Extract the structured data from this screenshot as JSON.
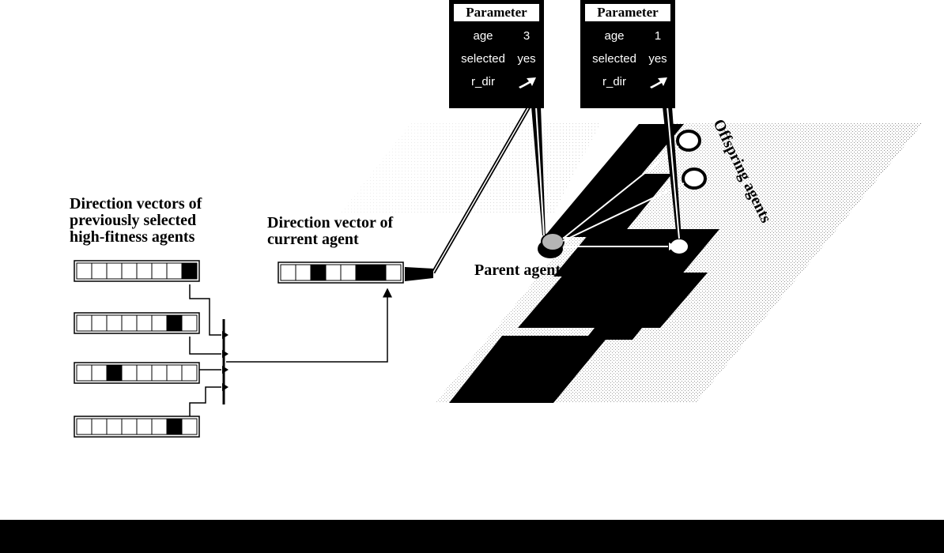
{
  "labels": {
    "previous_vectors": [
      "Direction vectors of",
      "previously selected",
      "high-fitness agents"
    ],
    "current_vector": [
      "Direction vector of",
      "current agent"
    ],
    "parent_agent": "Parent agent",
    "offspring_agents": "Offspring agents"
  },
  "param_panels": [
    {
      "header": "Parameter",
      "rows": [
        {
          "key": "age",
          "value": "3"
        },
        {
          "key": "selected",
          "value": "yes"
        },
        {
          "key": "r_dir",
          "value": "",
          "icon": "white-arrow-icon"
        }
      ]
    },
    {
      "header": "Parameter",
      "rows": [
        {
          "key": "age",
          "value": "1"
        },
        {
          "key": "selected",
          "value": "yes"
        },
        {
          "key": "r_dir",
          "value": "",
          "icon": "white-arrow-icon"
        }
      ]
    }
  ],
  "vectors": {
    "previous": [
      {
        "filled": [
          7
        ]
      },
      {
        "filled": [
          6
        ]
      },
      {
        "filled": [
          2
        ]
      },
      {
        "filled": [
          6
        ]
      }
    ],
    "current": {
      "filled": [
        2,
        5,
        6
      ]
    }
  }
}
